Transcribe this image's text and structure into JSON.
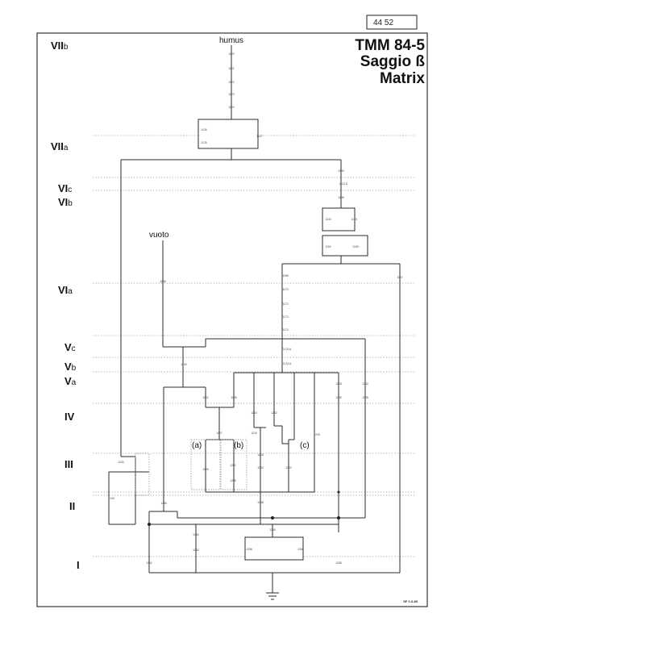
{
  "sheet_number": "44 52",
  "title": {
    "line1": "TMM 84-5",
    "line2": "Saggio ß",
    "line3": "Matrix"
  },
  "phases": [
    {
      "numeral": "VII",
      "sub": "b"
    },
    {
      "numeral": "VII",
      "sub": "a"
    },
    {
      "numeral": "VI",
      "sub": "c"
    },
    {
      "numeral": "VI",
      "sub": "b"
    },
    {
      "numeral": "VI",
      "sub": "a"
    },
    {
      "numeral": "V",
      "sub": "c"
    },
    {
      "numeral": "V",
      "sub": "b"
    },
    {
      "numeral": "V",
      "sub": "a"
    },
    {
      "numeral": "IV",
      "sub": ""
    },
    {
      "numeral": "III",
      "sub": ""
    },
    {
      "numeral": "II",
      "sub": ""
    },
    {
      "numeral": "I",
      "sub": ""
    }
  ],
  "top_label": "humus",
  "void_label": "vuoto",
  "annotations": {
    "a": "(a)",
    "b": "(b)",
    "c": "(c)"
  },
  "unit_labels": {
    "u01": "1120",
    "u02": "1121",
    "u03": "1122",
    "u04": "1123",
    "u05": "1124",
    "u06": "1126",
    "u07": "1125",
    "u08": "1127",
    "u09": "1130",
    "u10": "1131 A",
    "u11": "1135",
    "u12": "1140",
    "u13": "1145",
    "u14": "1150",
    "u15": "1155",
    "u16": "1157",
    "u17": "1168",
    "u18": "1170",
    "u19": "1172",
    "u20": "1173",
    "u21": "1174",
    "u22": "1176 A",
    "u23": "1176 A",
    "u24": "1188",
    "u25": "1190",
    "u26": "1192",
    "u27": "1195",
    "u28": "1197",
    "u29": "1199",
    "u30": "1202",
    "u31": "1205",
    "u32": "1210",
    "u33": "1212",
    "u34": "1215",
    "u35": "1218",
    "u36": "1220",
    "u37": "1222",
    "u38": "1225",
    "u39": "1228",
    "u40": "1230",
    "u41": "1232",
    "u42": "1235",
    "u43": "1240",
    "u44": "1243",
    "u45": "1245",
    "u46": "1248",
    "u47": "1250",
    "u48": "1252",
    "u49": "1255",
    "u50": "1258",
    "u51": "1260",
    "u52": "1262",
    "u53": "1265"
  },
  "footer": "SF 1-6-89"
}
